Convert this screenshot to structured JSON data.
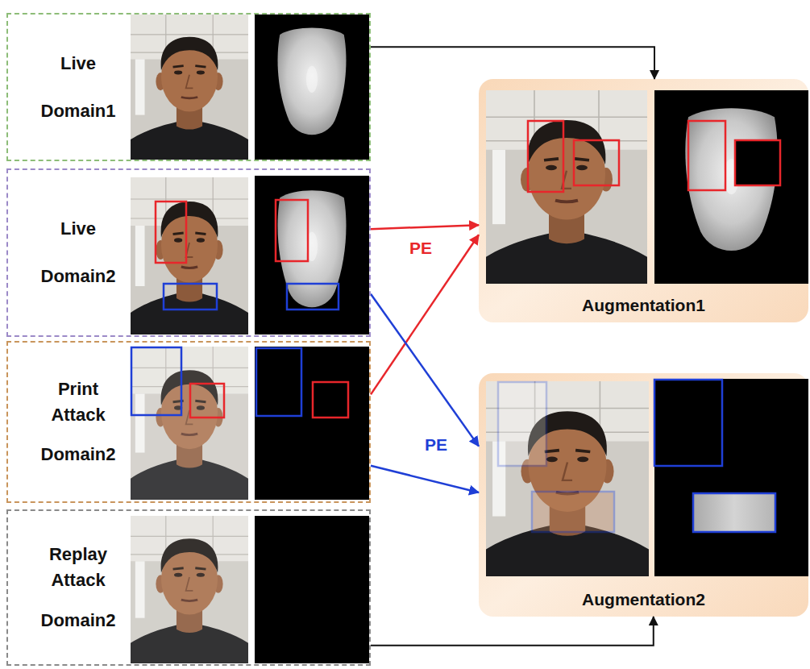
{
  "diagram": {
    "nodes": [
      {
        "text": [
          "Live",
          "Domain1"
        ]
      },
      {
        "text": [
          "Live",
          "Domain2"
        ]
      },
      {
        "text": [
          "Print Attack",
          "Domain2"
        ]
      },
      {
        "text": [
          "Replay Attack",
          "Domain2"
        ]
      },
      {
        "text": [
          "Augmentation1"
        ]
      },
      {
        "text": [
          "Augmentation2"
        ]
      }
    ],
    "edges": [
      {
        "from": 0,
        "to": 4,
        "arrow": "to"
      },
      {
        "from": 1,
        "to": 4,
        "label": "PE",
        "arrow": "to"
      },
      {
        "from": 2,
        "to": 4,
        "arrow": "to"
      },
      {
        "from": 1,
        "to": 5,
        "label": "PE",
        "arrow": "to"
      },
      {
        "from": 2,
        "to": 5,
        "arrow": "to"
      },
      {
        "from": 3,
        "to": 5,
        "arrow": "to"
      }
    ]
  }
}
